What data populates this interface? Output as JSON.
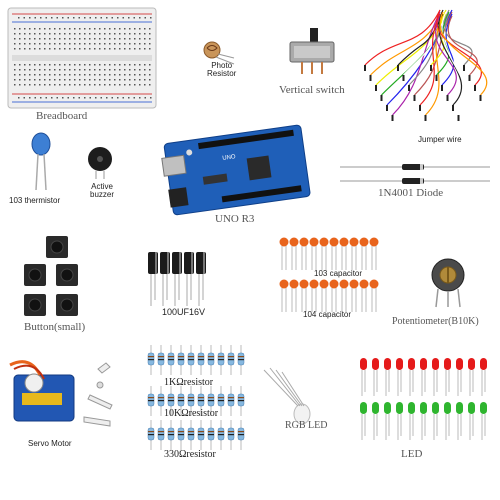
{
  "labels": {
    "breadboard": "Breadboard",
    "photo_resistor": "Photo\nResistor",
    "vertical_switch": "Vertical switch",
    "jumper_wire": "Jumper wire",
    "thermistor": "103 thermistor",
    "active_buzzer": "Active\nbuzzer",
    "uno": "UNO R3",
    "diode": "1N4001 Diode",
    "button": "Button(small)",
    "capacitor_100uf": "100UF16V",
    "capacitor_103": "103 capacitor",
    "capacitor_104": "104 capacitor",
    "potentiometer": "Potentiometer(B10K)",
    "servo": "Servo Motor",
    "resistor_1k": "1KΩresistor",
    "resistor_10k": "10KΩresistor",
    "resistor_330": "330Ωresistor",
    "rgb_led": "RGB LED",
    "led": "LED"
  },
  "colors": {
    "board_blue": "#1f5fb8",
    "breadboard_rail_red": "#d44a4a",
    "breadboard_rail_blue": "#4a6fd4",
    "capacitor_orange": "#e8641c",
    "capacitor_black": "#1b1b1b",
    "led_red": "#e51b1b",
    "led_green": "#2fb52f",
    "servo_blue": "#2257b3",
    "resistor_body": "#86b8e0"
  }
}
